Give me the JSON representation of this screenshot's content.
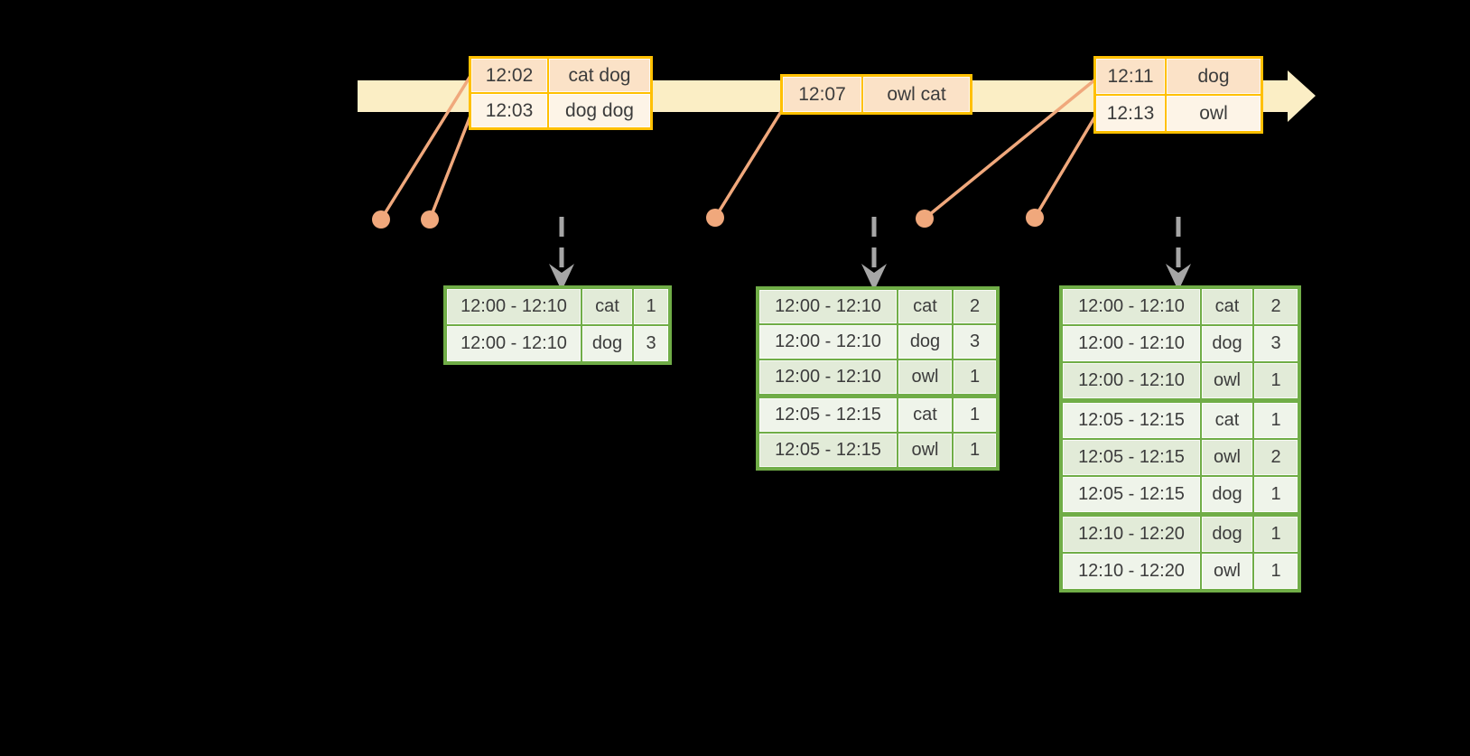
{
  "diagram": {
    "kind": "windowed-streaming-word-count",
    "timeline_events": [
      "12:02",
      "12:03",
      "12:07",
      "12:11",
      "12:13"
    ]
  },
  "icons": {
    "timeline_arrow": "arrow-right",
    "trigger_arrow": "arrow-down-dashed",
    "event_marker": "dot"
  },
  "event_tables": [
    {
      "rows": [
        {
          "time": "12:02",
          "words": "cat dog"
        },
        {
          "time": "12:03",
          "words": "dog dog"
        }
      ]
    },
    {
      "rows": [
        {
          "time": "12:07",
          "words": "owl cat"
        }
      ]
    },
    {
      "rows": [
        {
          "time": "12:11",
          "words": "dog"
        },
        {
          "time": "12:13",
          "words": "owl"
        }
      ]
    }
  ],
  "result_tables": [
    {
      "rows": [
        {
          "window": "12:00 - 12:10",
          "word": "cat",
          "count": "1"
        },
        {
          "window": "12:00 - 12:10",
          "word": "dog",
          "count": "3"
        }
      ]
    },
    {
      "rows": [
        {
          "window": "12:00 - 12:10",
          "word": "cat",
          "count": "2"
        },
        {
          "window": "12:00 - 12:10",
          "word": "dog",
          "count": "3"
        },
        {
          "window": "12:00 - 12:10",
          "word": "owl",
          "count": "1"
        },
        {
          "window": "12:05 - 12:15",
          "word": "cat",
          "count": "1",
          "group_start": true
        },
        {
          "window": "12:05 - 12:15",
          "word": "owl",
          "count": "1"
        }
      ]
    },
    {
      "rows": [
        {
          "window": "12:00 - 12:10",
          "word": "cat",
          "count": "2"
        },
        {
          "window": "12:00 - 12:10",
          "word": "dog",
          "count": "3"
        },
        {
          "window": "12:00 - 12:10",
          "word": "owl",
          "count": "1"
        },
        {
          "window": "12:05 - 12:15",
          "word": "cat",
          "count": "1",
          "group_start": true
        },
        {
          "window": "12:05 - 12:15",
          "word": "owl",
          "count": "2"
        },
        {
          "window": "12:05 - 12:15",
          "word": "dog",
          "count": "1"
        },
        {
          "window": "12:10 - 12:20",
          "word": "dog",
          "count": "1",
          "group_start": true
        },
        {
          "window": "12:10 - 12:20",
          "word": "owl",
          "count": "1"
        }
      ]
    }
  ],
  "colors": {
    "background": "#000000",
    "timeline_band": "#FBEEC5",
    "gold_border": "#FFC000",
    "event_row_dark": "#FBE2C7",
    "event_row_light": "#FDF4E7",
    "connector_salmon": "#F0A87C",
    "result_border_green": "#70AD47",
    "result_row_dark": "#E2EBD8",
    "result_row_light": "#EFF4EA",
    "trigger_arrow_gray": "#A6A6A6",
    "text_dark": "#3C3C3C"
  }
}
